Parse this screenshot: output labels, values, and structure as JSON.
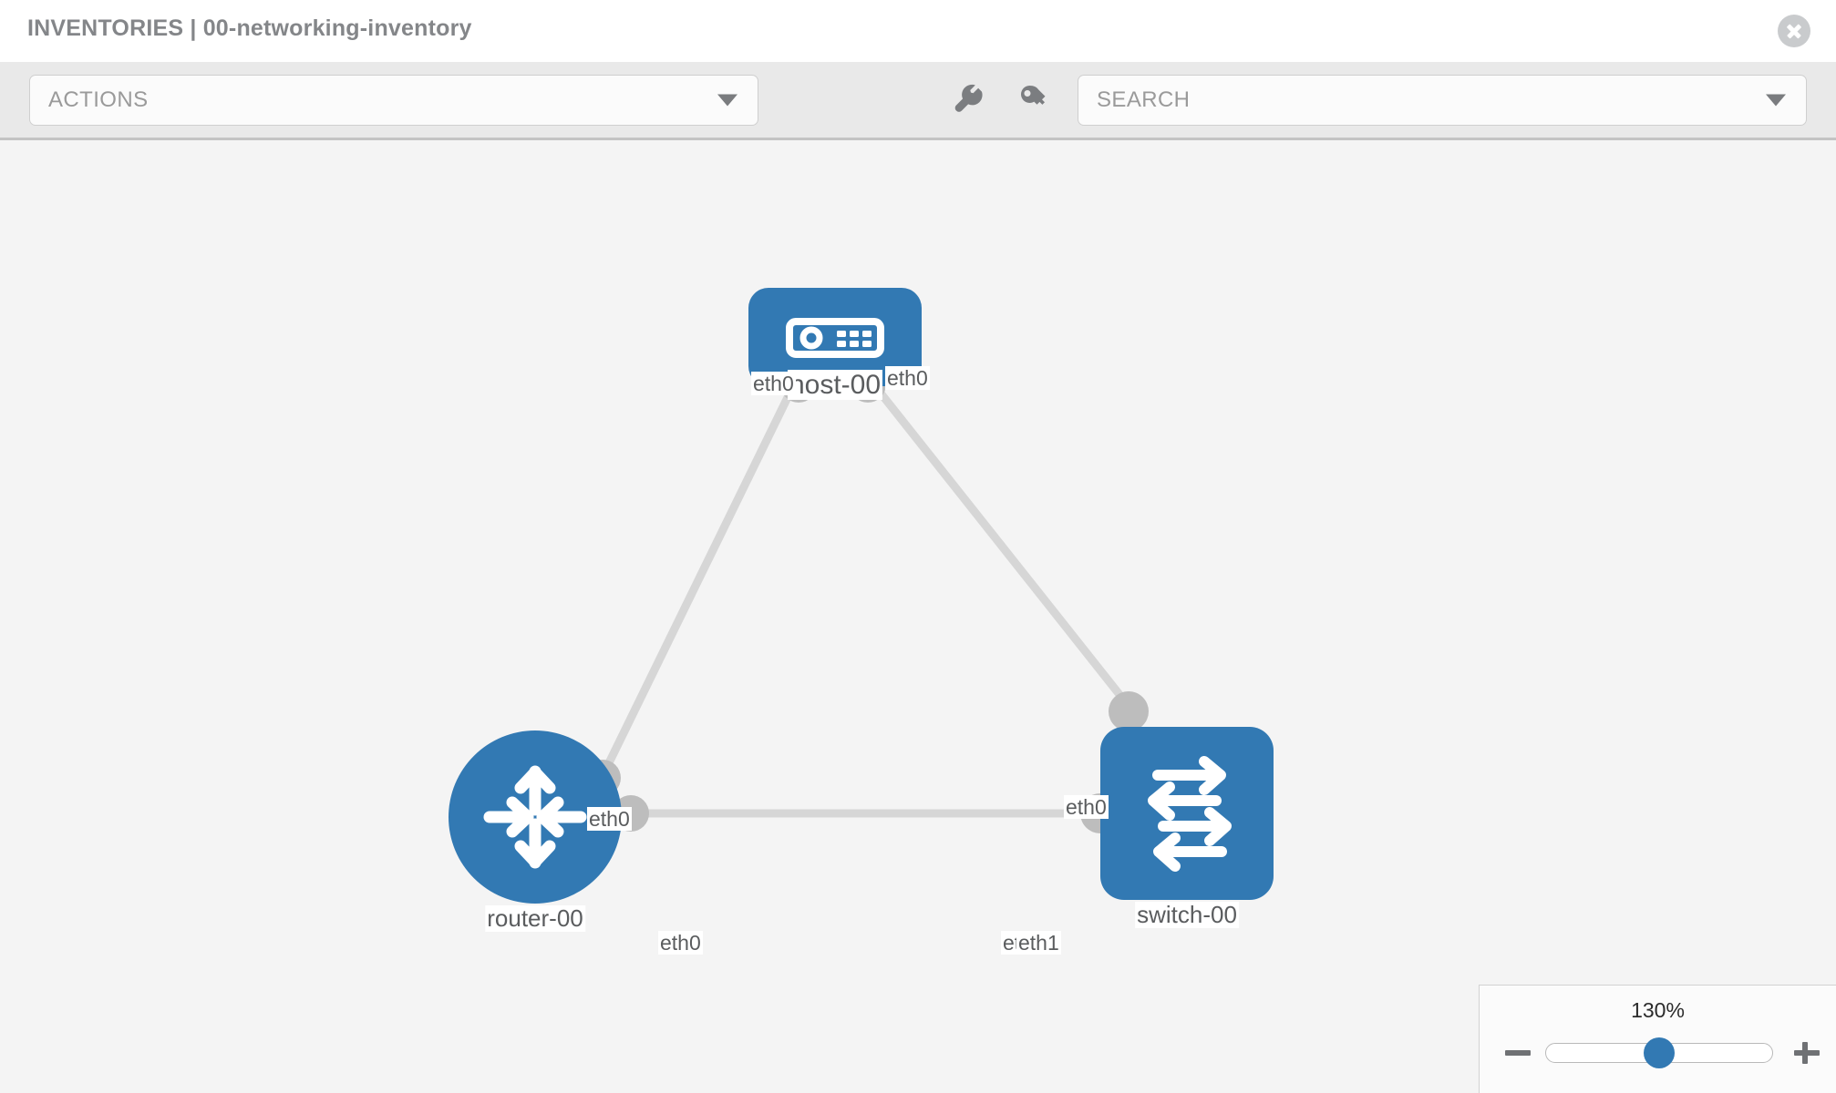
{
  "header": {
    "title": "INVENTORIES | 00-networking-inventory",
    "close_icon": "close-icon"
  },
  "toolbar": {
    "actions_label": "ACTIONS",
    "search_placeholder": "SEARCH",
    "wrench_icon": "wrench-icon",
    "key_icon": "key-icon"
  },
  "topology": {
    "nodes": [
      {
        "id": "host-00",
        "label": "host-00",
        "type": "host",
        "icon": "server-icon"
      },
      {
        "id": "router-00",
        "label": "router-00",
        "type": "router",
        "icon": "router-arrows-icon"
      },
      {
        "id": "switch-00",
        "label": "switch-00",
        "type": "switch",
        "icon": "switch-arrows-icon"
      }
    ],
    "links": [
      {
        "source": "host-00",
        "target": "router-00",
        "source_iface": "eth0",
        "target_iface": "eth0"
      },
      {
        "source": "host-00",
        "target": "switch-00",
        "source_iface": "eth0",
        "target_iface": "eth0"
      },
      {
        "source": "router-00",
        "target": "switch-00",
        "source_iface": "eth0",
        "target_iface": "eth1"
      }
    ],
    "iface_labels": {
      "host_left": "eth0",
      "host_right": "eth0",
      "router_up": "eth0",
      "switch_up": "eth0",
      "router_right": "eth0",
      "switch_left_under": "eth",
      "switch_left": "eth1"
    }
  },
  "zoom": {
    "value": "130%",
    "minus_label": "minus-button",
    "plus_label": "plus-button"
  },
  "colors": {
    "node_blue": "#3279b3",
    "link_gray": "#d6d6d6",
    "port_gray": "#bdbdbd",
    "canvas_bg": "#f4f4f4",
    "toolbar_bg": "#e9e9e9"
  }
}
